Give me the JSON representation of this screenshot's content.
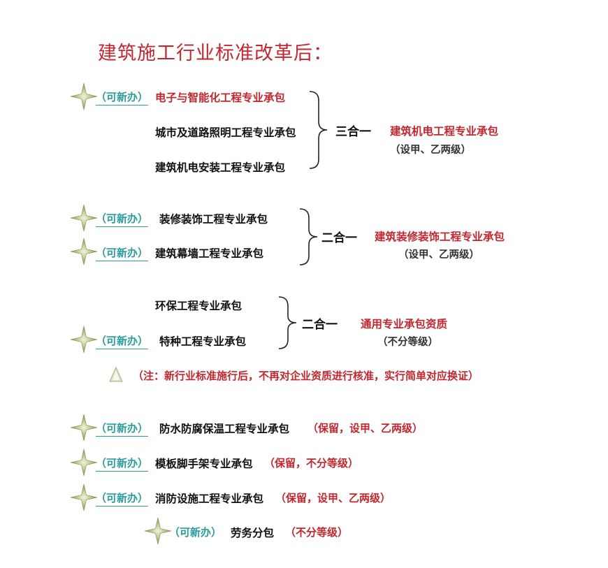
{
  "title": "建筑施工行业标准改革后：",
  "new_tag": "（可新办）",
  "groups": [
    {
      "items": [
        "电子与智能化工程专业承包",
        "城市及道路照明工程专业承包",
        "建筑机电安装工程专业承包"
      ],
      "merge": "三合一",
      "result": "建筑机电工程专业承包",
      "grade": "（设甲、乙两级）"
    },
    {
      "items": [
        "装修装饰工程专业承包",
        "建筑幕墙工程专业承包"
      ],
      "merge": "二合一",
      "result": "建筑装修装饰工程专业承包",
      "grade": "（设甲、乙两级）"
    },
    {
      "items": [
        "环保工程专业承包",
        "特种工程专业承包"
      ],
      "merge": "二合一",
      "result": "通用专业承包资质",
      "grade": "（不分等级）"
    }
  ],
  "note": "（注：新行业标准施行后，不再对企业资质进行核准，实行简单对应换证）",
  "singles": [
    {
      "name": "防水防腐保温工程专业承包",
      "status": "（保留，设甲、乙两级）"
    },
    {
      "name": "模板脚手架专业承包",
      "status": "（保留，不分等级）"
    },
    {
      "name": "消防设施工程专业承包",
      "status": "（保留，设甲、乙两级）"
    },
    {
      "name": "劳务分包",
      "status": "（不分等级）"
    }
  ],
  "colors": {
    "title": "#c2272f",
    "tag": "#2b9c9c",
    "star": "#9ea86a"
  }
}
